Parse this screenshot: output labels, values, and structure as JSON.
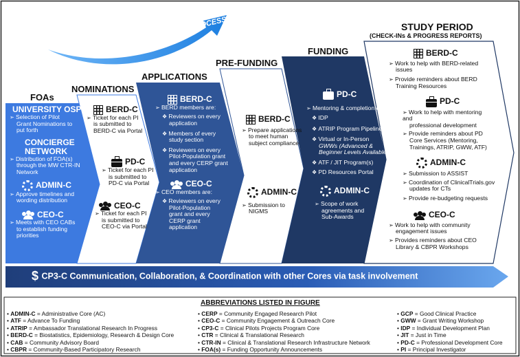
{
  "process_arrow": {
    "label": "PILOT GRANT PROCESS"
  },
  "columns": {
    "foas": {
      "header": "FOAs"
    },
    "nominations": {
      "header": "NOMINATIONS"
    },
    "applications": {
      "header": "APPLICATIONS"
    },
    "prefunding": {
      "header": "PRE-FUNDING"
    },
    "funding": {
      "header": "FUNDING"
    },
    "study": {
      "header": "STUDY PERIOD",
      "subheader": "(CHECK-INs & PROGRESS REPORTS)"
    }
  },
  "foas": {
    "osp_title": "UNIVERSITY OSP",
    "osp_items": [
      "Selection of Pilot",
      "Grant Nominations to",
      "put forth"
    ],
    "concierge_title_1": "CONCIERGE",
    "concierge_title_2": "NETWORK",
    "concierge_items": [
      "Distribution of FOA(s)",
      "through the MW CTR-IN",
      "Network"
    ],
    "admin_title": "ADMIN-C",
    "admin_items": [
      "Approve timelines and",
      "wording distribution"
    ],
    "ceo_title": "CEO-C",
    "ceo_items": [
      "Meets with CEO CABs",
      "to establish funding",
      "priorities"
    ]
  },
  "nominations": {
    "berd_title": "BERD-C",
    "berd_items": [
      "Ticket for each PI",
      "is submitted to",
      "BERD-C via Portal"
    ],
    "pdc_title": "PD-C",
    "pdc_items": [
      "Ticket for each PI",
      "is submitted to",
      "PD-C via Portal"
    ],
    "ceo_title": "CEO-C",
    "ceo_items": [
      "Ticket for each PI",
      "is submitted to",
      "CEO-C via Portal"
    ]
  },
  "applications": {
    "berd_title": "BERD-C",
    "berd_intro": "BERD members are:",
    "berd_items": [
      [
        "Reviewers on every",
        "application"
      ],
      [
        "Members of every",
        "study section"
      ],
      [
        "Reviewers on every",
        "Pilot-Population grant",
        "and every CERP grant",
        "application"
      ]
    ],
    "ceo_title": "CEO-C",
    "ceo_intro": "CEO members are:",
    "ceo_items": [
      [
        "Reviewers on every",
        "Pilot-Population",
        "grant and every",
        "CERP grant",
        "application"
      ]
    ]
  },
  "prefunding": {
    "berd_title": "BERD-C",
    "berd_items": [
      "Prepare applications",
      "to meet human",
      "subject compliance"
    ],
    "admin_title": "ADMIN-C",
    "admin_items": [
      "Submission to",
      "NIGMS"
    ]
  },
  "funding": {
    "pdc_title": "PD-C",
    "pdc_intro": "Mentoring & completion of:",
    "pdc_items": [
      [
        "IDP"
      ],
      [
        "ATRIP Program Pipeline"
      ],
      [
        "Virtual or In-Person",
        "GWWs (Advanced &",
        "Beginner Levels Available)"
      ],
      [
        "ATF / JIT Program(s)"
      ],
      [
        "PD Resources Portal"
      ]
    ],
    "admin_title": "ADMIN-C",
    "admin_items": [
      "Scope of work",
      "agreements and",
      "Sub-Awards"
    ]
  },
  "study": {
    "berd_title": "BERD-C",
    "berd_items": [
      [
        "Work to help with BERD-related",
        "issues"
      ],
      [
        "Provide reminders about BERD",
        "Training Resources"
      ]
    ],
    "pdc_title": "PD-C",
    "pdc_items": [
      [
        "Work to help with mentoring and",
        "professional development"
      ],
      [
        "Provide reminders about PD",
        "Core Services (Mentoring,",
        "Trainings, ATRIP, GWW, ATF)"
      ]
    ],
    "admin_title": "ADMIN-C",
    "admin_items": [
      [
        "Submission to ASSIST"
      ],
      [
        "Coordination of ClinicalTrials.gov",
        "updates for CTs"
      ],
      [
        "Provide re-budgeting requests"
      ]
    ],
    "ceo_title": "CEO-C",
    "ceo_items": [
      [
        "Work to help with community",
        "engagement issues"
      ],
      [
        "Provides reminders about CEO",
        "Library & CBPR Workshops"
      ]
    ]
  },
  "bottom_bar": {
    "symbol": "$",
    "text": "CP3-C Communication, Collaboration, & Coordination with other Cores via task involvement"
  },
  "abbreviations": {
    "title": "ABBREVIATIONS LISTED IN FIGURE",
    "col1": [
      {
        "abbr": "ADMIN-C",
        "def": "Administrative Core (AC)"
      },
      {
        "abbr": "ATF",
        "def": "Advance To Funding"
      },
      {
        "abbr": "ATRIP",
        "def": "Ambassador Translational Research In Progress"
      },
      {
        "abbr": "BERD-C",
        "def": "Biostatistics, Epidemiology, Research & Design Core"
      },
      {
        "abbr": "CAB",
        "def": "Community Advisory Board"
      },
      {
        "abbr": "CBPR",
        "def": "Community-Based Participatory Research"
      }
    ],
    "col2": [
      {
        "abbr": "CERP",
        "def": "Community Engaged Research Pilot"
      },
      {
        "abbr": "CEO-C",
        "def": "Community Engagement & Outreach Core"
      },
      {
        "abbr": "CP3-C",
        "def": "Clinical Pilots Projects Program Core"
      },
      {
        "abbr": "CTR",
        "def": "Clinical & Translational Research"
      },
      {
        "abbr": "CTR-IN",
        "def": "Clinical & Translational Research Infrastructure Network"
      },
      {
        "abbr": "FOA(s)",
        "def": "Funding Opportunity Announcements"
      }
    ],
    "col3": [
      {
        "abbr": "GCP",
        "def": "Good Clinical Practice"
      },
      {
        "abbr": "GWW",
        "def": "Grant Writing Workshop"
      },
      {
        "abbr": "IDP",
        "def": "Individual Development Plan"
      },
      {
        "abbr": "JIT",
        "def": "Just in Time"
      },
      {
        "abbr": "PD-C",
        "def": "Professional Development Core"
      },
      {
        "abbr": "PI",
        "def": "Principal Investigator"
      }
    ]
  },
  "colors": {
    "dark_navy": "#1f3864",
    "mid_blue": "#2f5597",
    "bright_blue": "#3d7ae0",
    "arrow_blue": "#2d8fe8"
  }
}
